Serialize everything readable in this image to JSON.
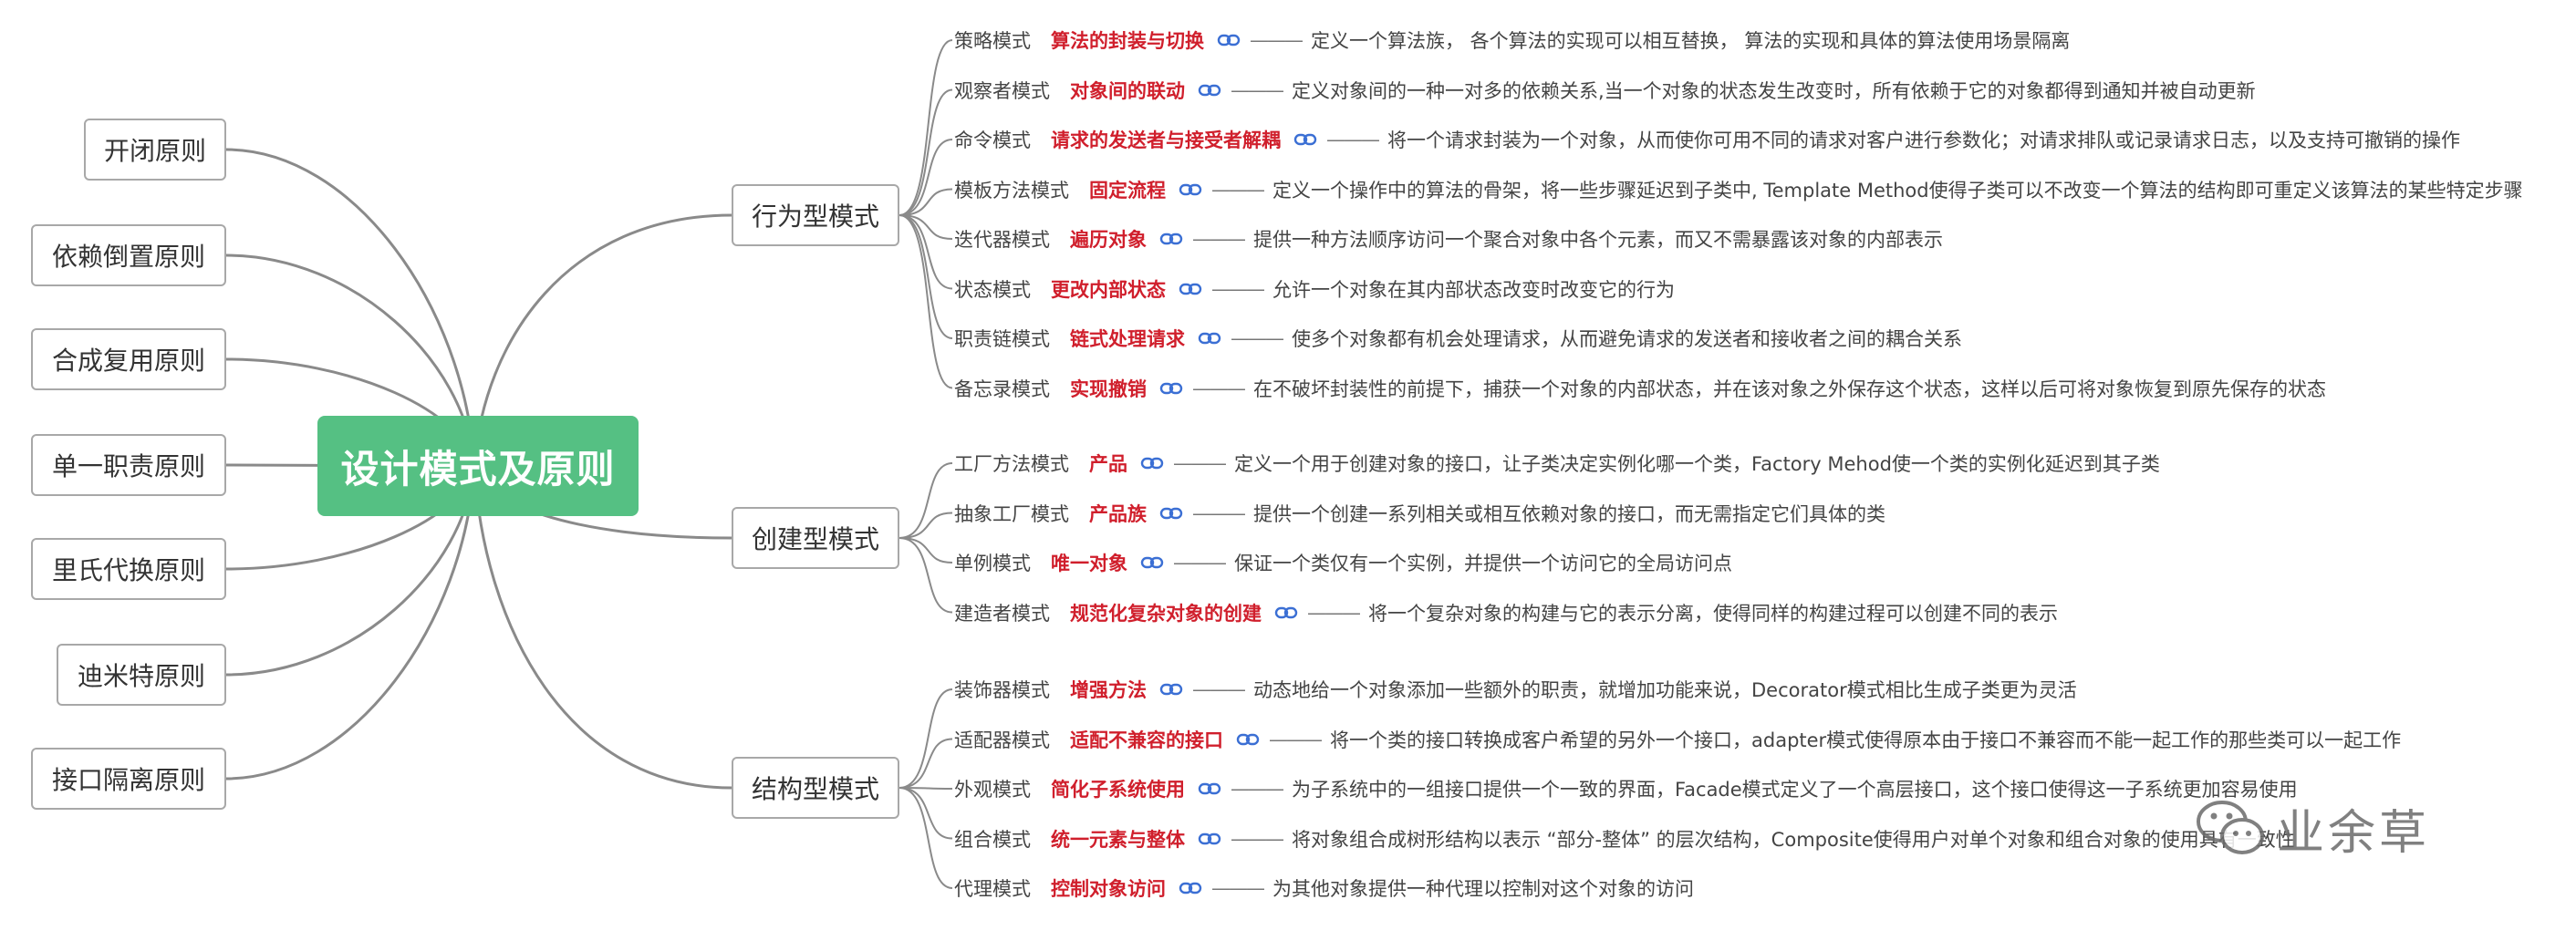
{
  "central": {
    "title": "设计模式及原则"
  },
  "principles": [
    {
      "label": "开闭原则"
    },
    {
      "label": "依赖倒置原则"
    },
    {
      "label": "合成复用原则"
    },
    {
      "label": "单一职责原则"
    },
    {
      "label": "里氏代换原则"
    },
    {
      "label": "迪米特原则"
    },
    {
      "label": "接口隔离原则"
    }
  ],
  "categories": [
    {
      "label": "行为型模式",
      "items": [
        {
          "name": "策略模式",
          "keyword": "算法的封装与切换",
          "desc": "定义一个算法族， 各个算法的实现可以相互替换， 算法的实现和具体的算法使用场景隔离"
        },
        {
          "name": "观察者模式",
          "keyword": "对象间的联动",
          "desc": "定义对象间的一种一对多的依赖关系,当一个对象的状态发生改变时，所有依赖于它的对象都得到通知并被自动更新"
        },
        {
          "name": "命令模式",
          "keyword": "请求的发送者与接受者解耦",
          "desc": "将一个请求封装为一个对象，从而使你可用不同的请求对客户进行参数化；对请求排队或记录请求日志，以及支持可撤销的操作"
        },
        {
          "name": "模板方法模式",
          "keyword": "固定流程",
          "desc": "定义一个操作中的算法的骨架，将一些步骤延迟到子类中, Template Method使得子类可以不改变一个算法的结构即可重定义该算法的某些特定步骤"
        },
        {
          "name": "迭代器模式",
          "keyword": "遍历对象",
          "desc": "提供一种方法顺序访问一个聚合对象中各个元素，而又不需暴露该对象的内部表示"
        },
        {
          "name": "状态模式",
          "keyword": "更改内部状态",
          "desc": "允许一个对象在其内部状态改变时改变它的行为"
        },
        {
          "name": "职责链模式",
          "keyword": "链式处理请求",
          "desc": "使多个对象都有机会处理请求，从而避免请求的发送者和接收者之间的耦合关系"
        },
        {
          "name": "备忘录模式",
          "keyword": "实现撤销",
          "desc": "在不破坏封装性的前提下，捕获一个对象的内部状态，并在该对象之外保存这个状态，这样以后可将对象恢复到原先保存的状态"
        }
      ]
    },
    {
      "label": "创建型模式",
      "items": [
        {
          "name": "工厂方法模式",
          "keyword": "产品",
          "desc": "定义一个用于创建对象的接口，让子类决定实例化哪一个类，Factory Mehod使一个类的实例化延迟到其子类"
        },
        {
          "name": "抽象工厂模式",
          "keyword": "产品族",
          "desc": "提供一个创建一系列相关或相互依赖对象的接口，而无需指定它们具体的类"
        },
        {
          "name": "单例模式",
          "keyword": "唯一对象",
          "desc": "保证一个类仅有一个实例，并提供一个访问它的全局访问点"
        },
        {
          "name": "建造者模式",
          "keyword": "规范化复杂对象的创建",
          "desc": "将一个复杂对象的构建与它的表示分离，使得同样的构建过程可以创建不同的表示"
        }
      ]
    },
    {
      "label": "结构型模式",
      "items": [
        {
          "name": "装饰器模式",
          "keyword": "增强方法",
          "desc": "动态地给一个对象添加一些额外的职责，就增加功能来说，Decorator模式相比生成子类更为灵活"
        },
        {
          "name": "适配器模式",
          "keyword": "适配不兼容的接口",
          "desc": "将一个类的接口转换成客户希望的另外一个接口，adapter模式使得原本由于接口不兼容而不能一起工作的那些类可以一起工作"
        },
        {
          "name": "外观模式",
          "keyword": "简化子系统使用",
          "desc": "为子系统中的一组接口提供一个一致的界面，Facade模式定义了一个高层接口，这个接口使得这一子系统更加容易使用"
        },
        {
          "name": "组合模式",
          "keyword": "统一元素与整体",
          "desc": "将对象组合成树形结构以表示 “部分-整体” 的层次结构，Composite使得用户对单个对象和组合对象的使用具有一致性"
        },
        {
          "name": "代理模式",
          "keyword": "控制对象访问",
          "desc": "为其他对象提供一种代理以控制对这个对象的访问"
        }
      ]
    }
  ],
  "watermark": {
    "text": "业余草",
    "icon": "wechat-icon"
  },
  "colors": {
    "central": "#55c083",
    "keyword": "#d01f2c",
    "link": "#3b6fd4",
    "edge": "#8a8a8a"
  }
}
